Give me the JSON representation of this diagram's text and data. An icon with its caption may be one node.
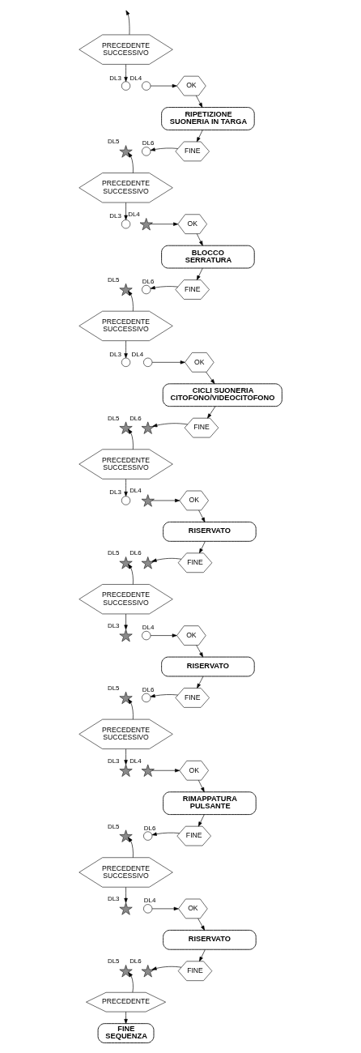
{
  "diagram": {
    "nodes": [
      {
        "text": [
          "PRECEDENTE SUCCESSIVO"
        ]
      },
      {
        "text": [],
        "shape": "circle",
        "beside": [
          "DL3"
        ]
      },
      {
        "text": [],
        "shape": "circle",
        "beside": [
          "DL4"
        ]
      },
      {
        "text": [],
        "shape": "star",
        "beside": [
          "DL5"
        ]
      },
      {
        "text": [],
        "shape": "circle",
        "beside": [
          "DL6"
        ]
      },
      {
        "text": [
          "OK"
        ]
      },
      {
        "text": [
          "RIPETIZIONE SUONERIA IN TARGA"
        ]
      },
      {
        "text": [
          "FINE"
        ]
      },
      {
        "text": [
          "PRECEDENTE SUCCESSIVO"
        ]
      },
      {
        "text": [],
        "shape": "circle",
        "beside": [
          "DL3"
        ]
      },
      {
        "text": [],
        "shape": "star",
        "beside": [
          "DL4"
        ]
      },
      {
        "text": [],
        "shape": "star",
        "beside": [
          "DL5"
        ]
      },
      {
        "text": [],
        "shape": "circle",
        "beside": [
          "DL6"
        ]
      },
      {
        "text": [
          "OK"
        ]
      },
      {
        "text": [
          "BLOCCO SERRATURA"
        ]
      },
      {
        "text": [
          "FINE"
        ]
      },
      {
        "text": [
          "PRECEDENTE SUCCESSIVO"
        ]
      },
      {
        "text": [],
        "shape": "circle",
        "beside": [
          "DL3"
        ]
      },
      {
        "text": [],
        "shape": "circle",
        "beside": [
          "DL4"
        ]
      },
      {
        "text": [],
        "shape": "star",
        "beside": [
          "DL5"
        ]
      },
      {
        "text": [],
        "shape": "star",
        "beside": [
          "DL6"
        ]
      },
      {
        "text": [
          "OK"
        ]
      },
      {
        "text": [
          "CICLI SUONERIA CITOFONO/VIDEOCITOFONO"
        ]
      },
      {
        "text": [
          "FINE"
        ]
      },
      {
        "text": [
          "PRECEDENTE SUCCESSIVO"
        ]
      },
      {
        "text": [],
        "shape": "circle",
        "beside": [
          "DL3"
        ]
      },
      {
        "text": [],
        "shape": "star",
        "beside": [
          "DL4"
        ]
      },
      {
        "text": [],
        "shape": "star",
        "beside": [
          "DL5"
        ]
      },
      {
        "text": [],
        "shape": "star",
        "beside": [
          "DL6"
        ]
      },
      {
        "text": [
          "OK"
        ]
      },
      {
        "text": [
          "RISERVATO"
        ]
      },
      {
        "text": [
          "FINE"
        ]
      },
      {
        "text": [
          "PRECEDENTE SUCCESSIVO"
        ]
      },
      {
        "text": [],
        "shape": "star",
        "beside": [
          "DL3"
        ]
      },
      {
        "text": [],
        "shape": "circle",
        "beside": [
          "DL4"
        ]
      },
      {
        "text": [],
        "shape": "star",
        "beside": [
          "DL5"
        ]
      },
      {
        "text": [],
        "shape": "circle",
        "beside": [
          "DL6"
        ]
      },
      {
        "text": [
          "OK"
        ]
      },
      {
        "text": [
          "RISERVATO"
        ]
      },
      {
        "text": [
          "FINE"
        ]
      },
      {
        "text": [
          "PRECEDENTE SUCCESSIVO"
        ]
      },
      {
        "text": [],
        "shape": "star",
        "beside": [
          "DL3"
        ]
      },
      {
        "text": [],
        "shape": "star",
        "beside": [
          "DL4"
        ]
      },
      {
        "text": [],
        "shape": "star",
        "beside": [
          "DL5"
        ]
      },
      {
        "text": [],
        "shape": "circle",
        "beside": [
          "DL6"
        ]
      },
      {
        "text": [
          "OK"
        ]
      },
      {
        "text": [
          "RIMAPPATURA PULSANTE"
        ]
      },
      {
        "text": [
          "FINE"
        ]
      },
      {
        "text": [
          "PRECEDENTE SUCCESSIVO"
        ]
      },
      {
        "text": [],
        "shape": "star",
        "beside": [
          "DL3"
        ]
      },
      {
        "text": [],
        "shape": "circle",
        "beside": [
          "DL4"
        ]
      },
      {
        "text": [],
        "shape": "star",
        "beside": [
          "DL5"
        ]
      },
      {
        "text": [],
        "shape": "star",
        "beside": [
          "DL6"
        ]
      },
      {
        "text": [
          "OK"
        ]
      },
      {
        "text": [
          "RISERVATO"
        ]
      },
      {
        "text": [
          "FINE"
        ]
      },
      {
        "text": [
          "PRECEDENTE"
        ]
      },
      {
        "text": [
          "FINE SEQUENZA"
        ]
      }
    ],
    "edges": [
      {
        "from": 0,
        "to": null,
        "arrow": "to"
      },
      {
        "from": 0,
        "to": 1,
        "arrow": "to"
      },
      {
        "from": 2,
        "to": 5,
        "arrow": "to"
      },
      {
        "from": 5,
        "to": 6,
        "arrow": "to"
      },
      {
        "from": 6,
        "to": 7,
        "arrow": "to"
      },
      {
        "from": 7,
        "to": 4,
        "arrow": "to"
      },
      {
        "from": 8,
        "to": 3,
        "arrow": "to"
      },
      {
        "from": 8,
        "to": 9,
        "arrow": "to"
      },
      {
        "from": 10,
        "to": 13,
        "arrow": "to"
      },
      {
        "from": 13,
        "to": 14,
        "arrow": "to"
      },
      {
        "from": 14,
        "to": 15,
        "arrow": "to"
      },
      {
        "from": 15,
        "to": 12,
        "arrow": "to"
      },
      {
        "from": 16,
        "to": 11,
        "arrow": "to"
      },
      {
        "from": 16,
        "to": 17,
        "arrow": "to"
      },
      {
        "from": 18,
        "to": 21,
        "arrow": "to"
      },
      {
        "from": 21,
        "to": 22,
        "arrow": "to"
      },
      {
        "from": 22,
        "to": 23,
        "arrow": "to"
      },
      {
        "from": 23,
        "to": 20,
        "arrow": "to"
      },
      {
        "from": 24,
        "to": 19,
        "arrow": "to"
      },
      {
        "from": 24,
        "to": 25,
        "arrow": "to"
      },
      {
        "from": 26,
        "to": 29,
        "arrow": "to"
      },
      {
        "from": 29,
        "to": 30,
        "arrow": "to"
      },
      {
        "from": 30,
        "to": 31,
        "arrow": "to"
      },
      {
        "from": 31,
        "to": 28,
        "arrow": "to"
      },
      {
        "from": 32,
        "to": 27,
        "arrow": "to"
      },
      {
        "from": 32,
        "to": 33,
        "arrow": "to"
      },
      {
        "from": 34,
        "to": 37,
        "arrow": "to"
      },
      {
        "from": 37,
        "to": 38,
        "arrow": "to"
      },
      {
        "from": 38,
        "to": 39,
        "arrow": "to"
      },
      {
        "from": 39,
        "to": 36,
        "arrow": "to"
      },
      {
        "from": 40,
        "to": 35,
        "arrow": "to"
      },
      {
        "from": 40,
        "to": 41,
        "arrow": "to"
      },
      {
        "from": 42,
        "to": 45,
        "arrow": "to"
      },
      {
        "from": 45,
        "to": 46,
        "arrow": "to"
      },
      {
        "from": 46,
        "to": 47,
        "arrow": "to"
      },
      {
        "from": 47,
        "to": 44,
        "arrow": "to"
      },
      {
        "from": 48,
        "to": 43,
        "arrow": "to"
      },
      {
        "from": 48,
        "to": 49,
        "arrow": "to"
      },
      {
        "from": 50,
        "to": 53,
        "arrow": "to"
      },
      {
        "from": 53,
        "to": 54,
        "arrow": "to"
      },
      {
        "from": 54,
        "to": 55,
        "arrow": "to"
      },
      {
        "from": 55,
        "to": 52,
        "arrow": "to"
      },
      {
        "from": 56,
        "to": 51,
        "arrow": "to"
      },
      {
        "from": 56,
        "to": 57,
        "arrow": "to"
      }
    ]
  }
}
